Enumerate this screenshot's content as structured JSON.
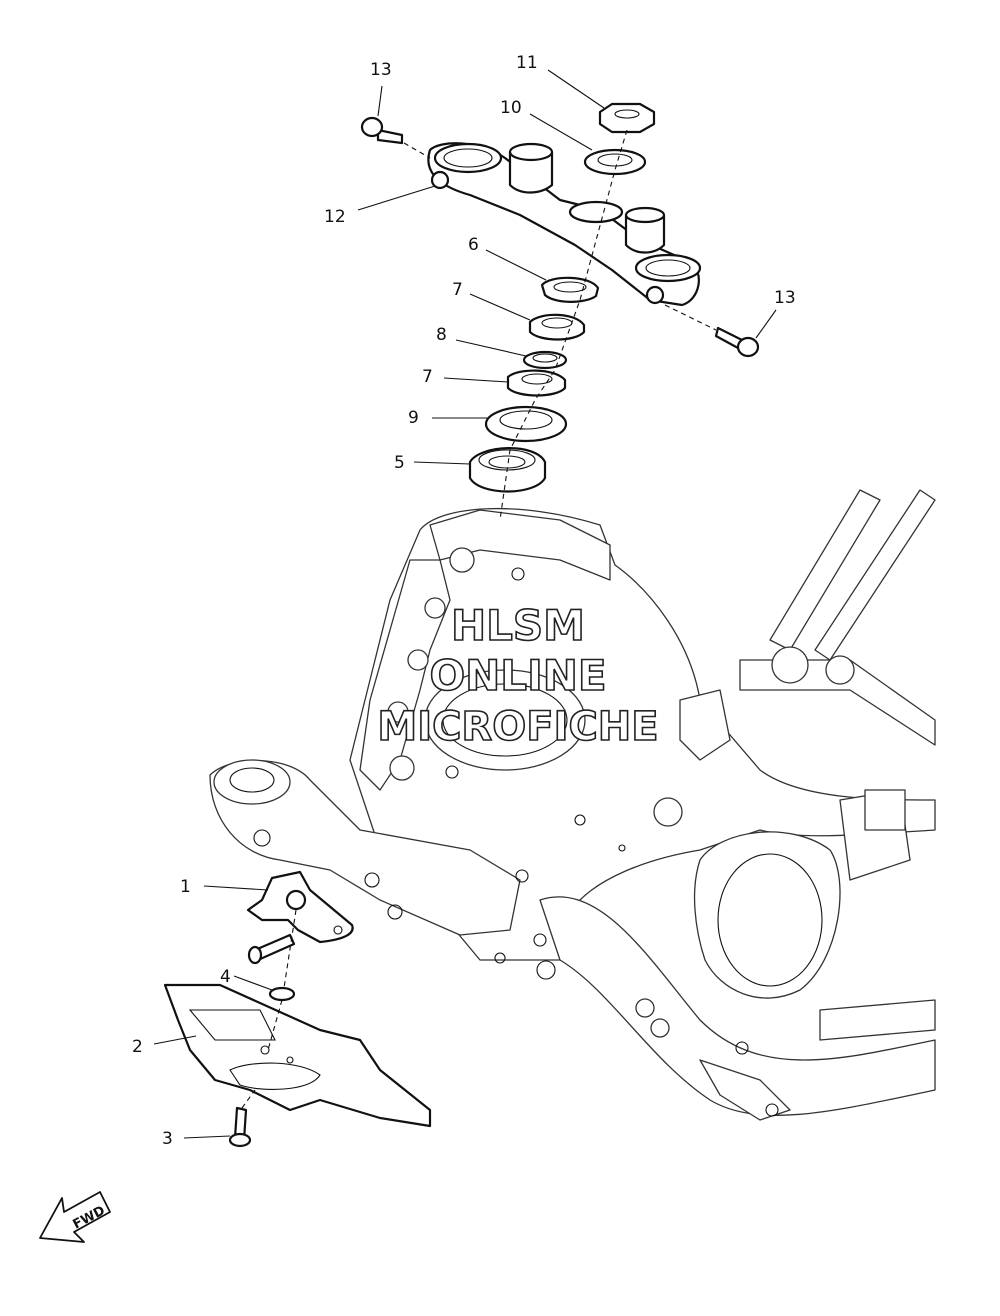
{
  "watermark": {
    "line1": "HLSM",
    "line2": "ONLINE",
    "line3": "MICROFICHE"
  },
  "direction_arrow": {
    "label": "FWD",
    "icon": "fwd-arrow-icon"
  },
  "callouts": [
    {
      "id": "callout-13-top",
      "number": "13"
    },
    {
      "id": "callout-11",
      "number": "11"
    },
    {
      "id": "callout-10",
      "number": "10"
    },
    {
      "id": "callout-12",
      "number": "12"
    },
    {
      "id": "callout-13-right",
      "number": "13"
    },
    {
      "id": "callout-6",
      "number": "6"
    },
    {
      "id": "callout-7-upper",
      "number": "7"
    },
    {
      "id": "callout-8",
      "number": "8"
    },
    {
      "id": "callout-7-lower",
      "number": "7"
    },
    {
      "id": "callout-9",
      "number": "9"
    },
    {
      "id": "callout-5",
      "number": "5"
    },
    {
      "id": "callout-1",
      "number": "1"
    },
    {
      "id": "callout-4",
      "number": "4"
    },
    {
      "id": "callout-2",
      "number": "2"
    },
    {
      "id": "callout-3",
      "number": "3"
    }
  ]
}
